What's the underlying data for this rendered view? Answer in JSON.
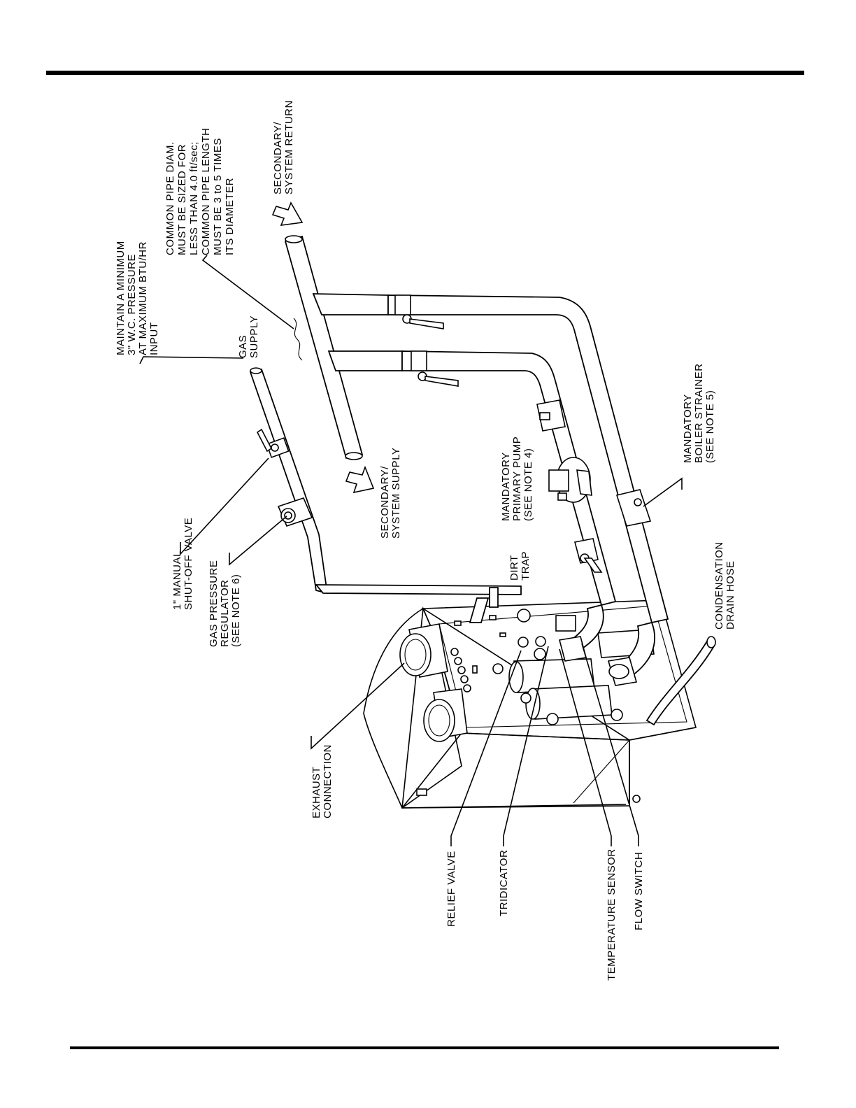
{
  "labels": {
    "maintain": [
      "MAINTAIN  A  MINIMUM",
      "3\"  W.C.  PRESSURE",
      "AT  MAXIMUM  BTU/HR",
      "INPUT"
    ],
    "gas_supply": [
      "GAS",
      "SUPPLY"
    ],
    "common_pipe": [
      "COMMON  PIPE  DIAM.",
      "MUST  BE  SIZED  FOR",
      "LESS  THAN  4.0  ft/sec;",
      "COMMON  PIPE  LENGTH",
      "MUST  BE  3  to  5  TIMES",
      "ITS  DIAMETER"
    ],
    "secondary_return": [
      "SECONDARY/",
      "SYSTEM  RETURN"
    ],
    "secondary_supply": [
      "SECONDARY/",
      "SYSTEM  SUPPLY"
    ],
    "primary_pump": [
      "MANDATORY",
      "PRIMARY  PUMP",
      "(SEE  NOTE  4)"
    ],
    "boiler_strainer": [
      "MANDATORY",
      "BOILER  STRAINER",
      "(SEE  NOTE  5)"
    ],
    "shutoff_valve": [
      "1\"  MANUAL",
      "SHUT-OFF  VALVE"
    ],
    "gas_regulator": [
      "GAS  PRESSURE",
      "REGULATOR",
      "(SEE  NOTE  6)"
    ],
    "dirt_trap": [
      "DIRT",
      "TRAP"
    ],
    "condensation": [
      "CONDENSATION",
      "DRAIN  HOSE"
    ],
    "exhaust": [
      "EXHAUST",
      "CONNECTION"
    ],
    "relief_valve": [
      "RELIEF  VALVE"
    ],
    "tridicator": [
      "TRIDICATOR"
    ],
    "temp_sensor": [
      "TEMPERATURE  SENSOR"
    ],
    "flow_switch": [
      "FLOW  SWITCH"
    ]
  }
}
